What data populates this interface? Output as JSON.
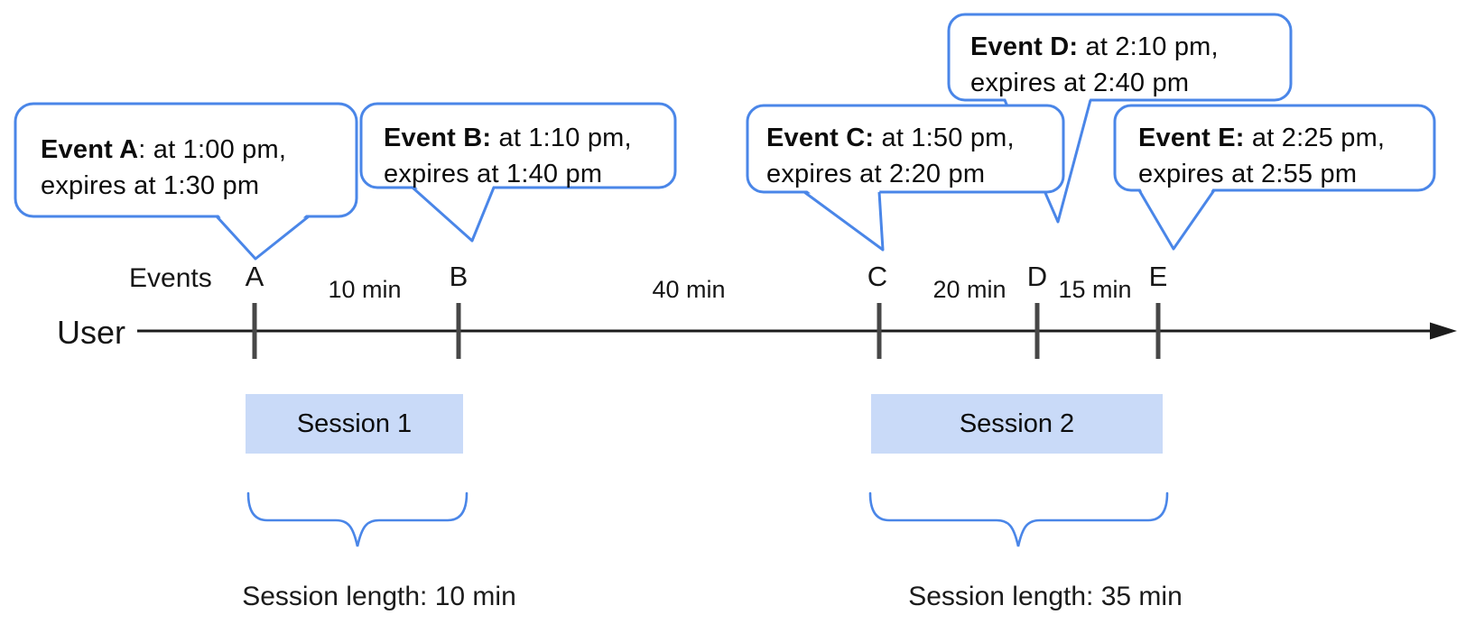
{
  "colors": {
    "accent_blue": "#4a86e8",
    "session_fill": "#c9daf8",
    "tick_gray": "#474747",
    "axis_black": "#1c1c1c",
    "text_black": "#0c0c0c"
  },
  "callouts": [
    {
      "id": "A",
      "bold": "Event A",
      "rest": ": at 1:00 pm,",
      "line2": "expires at 1:30 pm"
    },
    {
      "id": "B",
      "bold": "Event B:",
      "rest": " at 1:10 pm,",
      "line2": "expires at 1:40 pm"
    },
    {
      "id": "C",
      "bold": "Event C:",
      "rest": " at 1:50 pm,",
      "line2": "expires at 2:20 pm"
    },
    {
      "id": "D",
      "bold": "Event D:",
      "rest": " at 2:10 pm,",
      "line2": "expires at 2:40 pm"
    },
    {
      "id": "E",
      "bold": "Event E:",
      "rest": " at 2:25 pm,",
      "line2": "expires at 2:55 pm"
    }
  ],
  "axis": {
    "events_label": "Events",
    "user_label": "User"
  },
  "marks": [
    {
      "letter": "A"
    },
    {
      "letter": "B"
    },
    {
      "letter": "C"
    },
    {
      "letter": "D"
    },
    {
      "letter": "E"
    }
  ],
  "intervals": [
    {
      "label": "10 min"
    },
    {
      "label": "40 min"
    },
    {
      "label": "20 min"
    },
    {
      "label": "15 min"
    }
  ],
  "sessions": [
    {
      "label": "Session 1",
      "length_label": "Session length: 10 min"
    },
    {
      "label": "Session 2",
      "length_label": "Session length: 35 min"
    }
  ]
}
